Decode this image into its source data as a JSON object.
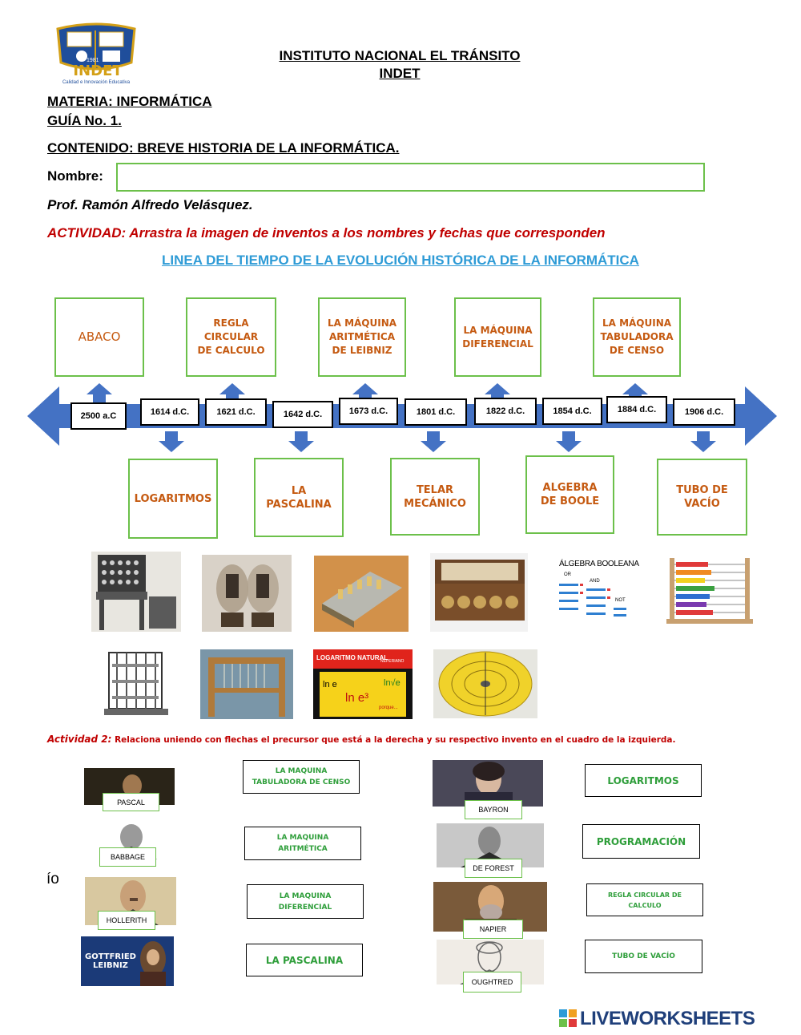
{
  "logo": {
    "text": "INDET",
    "year": "1981",
    "tagline": "Calidad e Innovación Educativa"
  },
  "header": {
    "title": "INSTITUTO NACIONAL EL TRÁNSITO",
    "subtitle": "INDET"
  },
  "meta": {
    "materia": "MATERIA: INFORMÁTICA",
    "guia": "GUÍA No. 1.",
    "contenido": "CONTENIDO: BREVE HISTORIA DE LA INFORMÁTICA.",
    "nombre_label": "Nombre:",
    "nombre_value": "",
    "prof": "Prof. Ramón Alfredo Velásquez.",
    "actividad": "ACTIVIDAD: Arrastra la imagen de inventos a los nombres y fechas que corresponden"
  },
  "timeline": {
    "title": "LINEA DEL TIEMPO DE LA EVOLUCIÓN HISTÓRICA DE LA INFORMÁTICA",
    "dates": [
      "2500 a.C",
      "1614 d.C.",
      "1621 d.C.",
      "1642 d.C.",
      "1673 d.C.",
      "1801 d.C.",
      "1822 d.C.",
      "1854 d.C.",
      "1884 d.C.",
      "1906 d.C."
    ],
    "top_labels": [
      "ABACO",
      "REGLA CIRCULAR DE CALCULO",
      "LA MÁQUINA ARITMÉTICA DE LEIBNIZ",
      "LA MÁQUINA DIFERENCIAL",
      "LA MÁQUINA TABULADORA DE CENSO"
    ],
    "bottom_labels": [
      "LOGARITMOS",
      "LA PASCALINA",
      "TELAR MECÁNICO",
      "ALGEBRA DE BOOLE",
      "TUBO DE VACÍO"
    ]
  },
  "images": {
    "boole_title": "ÁLGEBRA BOOLEANA",
    "boole_or": "OR",
    "boole_and": "AND",
    "boole_not": "NOT",
    "log_title": "LOGARITMO NATURAL",
    "log_sub": "NEPERIANO",
    "log_ln_e": "ln e",
    "log_ln_sqrt": "ln√e",
    "log_ln_e3": "ln e³",
    "log_porque": "porque..."
  },
  "activity2": {
    "title_italic": "Actividad 2:",
    "title_rest": " Relaciona uniendo con flechas el precursor que está a la derecha y su respectivo invento en el cuadro de la izquierda.",
    "left_names": [
      "PASCAL",
      "BABBAGE",
      "HOLLERITH",
      "GOTTFRIED LEIBNIZ"
    ],
    "left_inventions": [
      "LA MAQUINA TABULADORA DE CENSO",
      "LA MAQUINA ARITMÉTICA",
      "LA MAQUINA DIFERENCIAL",
      "LA PASCALINA"
    ],
    "right_names": [
      "BAYRON",
      "DE FOREST",
      "NAPIER",
      "OUGHTRED"
    ],
    "right_inventions": [
      "LOGARITMOS",
      "PROGRAMACIÓN",
      "REGLA CIRCULAR DE CALCULO",
      "TUBO DE VACÍO"
    ],
    "stray_text": "ío"
  },
  "footer": {
    "brand": "LIVEWORKSHEETS"
  },
  "colors": {
    "green": "#6cc04a",
    "orange": "#c55a11",
    "blue": "#4472c4",
    "red": "#c00000",
    "link": "#2e9bd6",
    "inv_green": "#2e9e3a"
  }
}
